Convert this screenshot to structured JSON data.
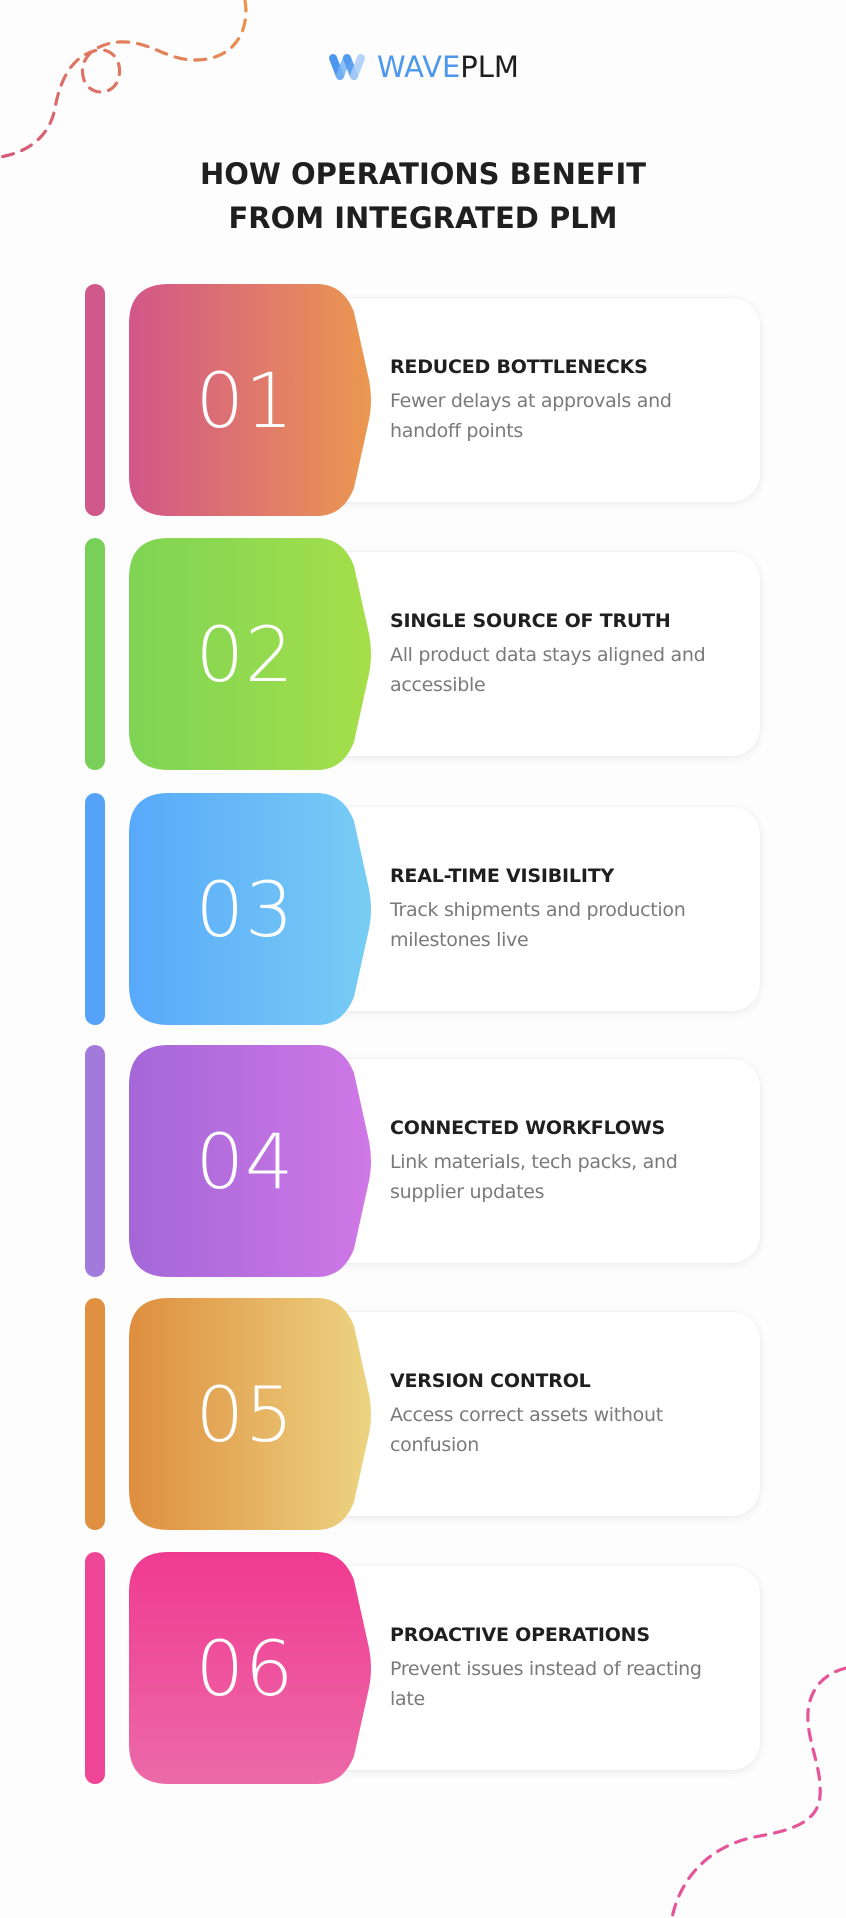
{
  "brand": {
    "name_part1": "WAVE",
    "name_part2": "PLM",
    "icon": "wave-w-logo-icon",
    "color_primary": "#4d97ee",
    "color_dark": "#1e1e1e"
  },
  "title": {
    "line1": "HOW OPERATIONS BENEFIT",
    "line2": "FROM INTEGRATED PLM"
  },
  "items": [
    {
      "number": "01",
      "heading": "REDUCED BOTTLENECKS",
      "description": "Fewer delays at approvals and handoff points",
      "bar_color": "#d0588a",
      "gradient_from": "#d2568a",
      "gradient_to": "#eb9850",
      "gradient_dir": "horizontal"
    },
    {
      "number": "02",
      "heading": "SINGLE SOURCE OF TRUTH",
      "description": "All product data stays aligned and accessible",
      "bar_color": "#78d058",
      "gradient_from": "#7ed455",
      "gradient_to": "#a5df4a",
      "gradient_dir": "horizontal"
    },
    {
      "number": "03",
      "heading": "REAL-TIME VISIBILITY",
      "description": "Track shipments and production milestones live",
      "bar_color": "#55a3f8",
      "gradient_from": "#58a9fa",
      "gradient_to": "#78cdf4",
      "gradient_dir": "horizontal"
    },
    {
      "number": "04",
      "heading": "CONNECTED WORKFLOWS",
      "description": "Link materials, tech packs, and supplier updates",
      "bar_color": "#a27adc",
      "gradient_from": "#a467d8",
      "gradient_to": "#cf78e6",
      "gradient_dir": "horizontal"
    },
    {
      "number": "05",
      "heading": "VERSION CONTROL",
      "description": "Access correct assets without confusion",
      "bar_color": "#df9040",
      "gradient_from": "#de8e3e",
      "gradient_to": "#ecd482",
      "gradient_dir": "horizontal"
    },
    {
      "number": "06",
      "heading": "PROACTIVE OPERATIONS",
      "description": "Prevent issues instead of reacting late",
      "bar_color": "#ee4596",
      "gradient_from": "#f03a91",
      "gradient_to": "#ec6aa8",
      "gradient_dir": "vertical"
    }
  ],
  "decorations": {
    "top_left_path_colors": [
      "#e9964a",
      "#d4587b"
    ],
    "bottom_right_path_color": "#e5559a"
  }
}
